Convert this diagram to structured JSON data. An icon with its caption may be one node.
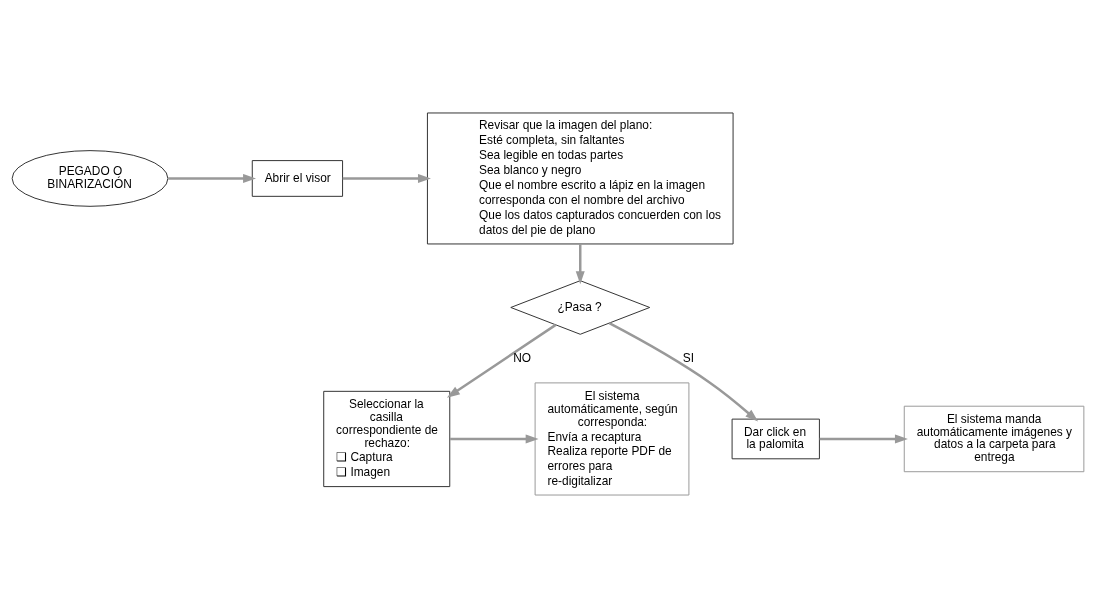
{
  "diagram": {
    "nodes": [
      {
        "text": [
          "PEGADO O BINARIZACIÓN"
        ]
      },
      {
        "text": [
          "Abrir el visor"
        ]
      },
      {
        "text": [
          "Revisar que la imagen del plano:",
          "Esté completa, sin faltantes",
          "Sea legible en todas partes",
          "Sea blanco y negro",
          "Que el nombre escrito a lápiz en la imagen corresponda con el nombre del archivo",
          "Que los datos capturados concuerden con los datos del pie de plano"
        ]
      },
      {
        "text": [
          "¿Pasa ?"
        ]
      },
      {
        "text": [
          "Seleccionar la casilla correspondiente de rechazo:",
          "❑ Captura",
          "❑ Imagen"
        ]
      },
      {
        "text": [
          "El sistema automáticamente, según corresponda:",
          "Envía a recaptura",
          "Realiza reporte PDF de errores para re-digitalizar"
        ]
      },
      {
        "text": [
          "Dar click en la palomita"
        ]
      },
      {
        "text": [
          "El sistema manda automáticamente imágenes y datos a la carpeta para entrega"
        ]
      }
    ],
    "edges": [
      {
        "from": 0,
        "to": 1,
        "arrow": "to"
      },
      {
        "from": 1,
        "to": 2,
        "arrow": "to"
      },
      {
        "from": 2,
        "to": 3,
        "arrow": "to"
      },
      {
        "from": 3,
        "to": 4,
        "arrow": "to",
        "label": "NO"
      },
      {
        "from": 4,
        "to": 5,
        "arrow": "to"
      },
      {
        "from": 3,
        "to": 6,
        "arrow": "to",
        "label": "SI"
      },
      {
        "from": 6,
        "to": 7,
        "arrow": "to"
      }
    ]
  }
}
